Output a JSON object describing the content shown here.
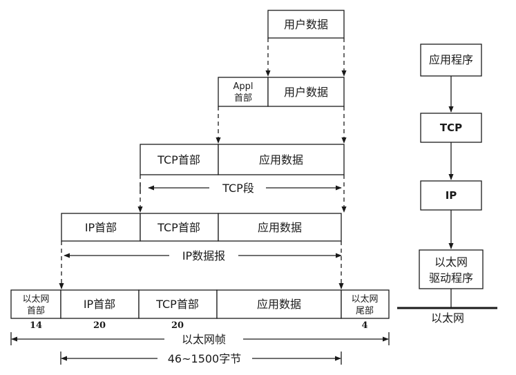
{
  "rows": {
    "user": {
      "data": "用户数据"
    },
    "app": {
      "header_line1": "Appl",
      "header_line2": "首部",
      "data": "用户数据"
    },
    "tcp": {
      "header": "TCP首部",
      "data": "应用数据",
      "span_label": "TCP段"
    },
    "ip": {
      "header": "IP首部",
      "tcp_header": "TCP首部",
      "data": "应用数据",
      "span_label": "IP数据报"
    },
    "eth": {
      "header_line1": "以太网",
      "header_line2": "首部",
      "ip_header": "IP首部",
      "tcp_header": "TCP首部",
      "data": "应用数据",
      "trailer_line1": "以太网",
      "trailer_line2": "尾部",
      "sizes": [
        "14",
        "20",
        "20",
        "4"
      ],
      "frame_label": "以太网帧",
      "payload_label": "46~1500字节"
    }
  },
  "stack": {
    "app": "应用程序",
    "tcp": "TCP",
    "ip": "IP",
    "driver_line1": "以太网",
    "driver_line2": "驱动程序",
    "network": "以太网"
  }
}
